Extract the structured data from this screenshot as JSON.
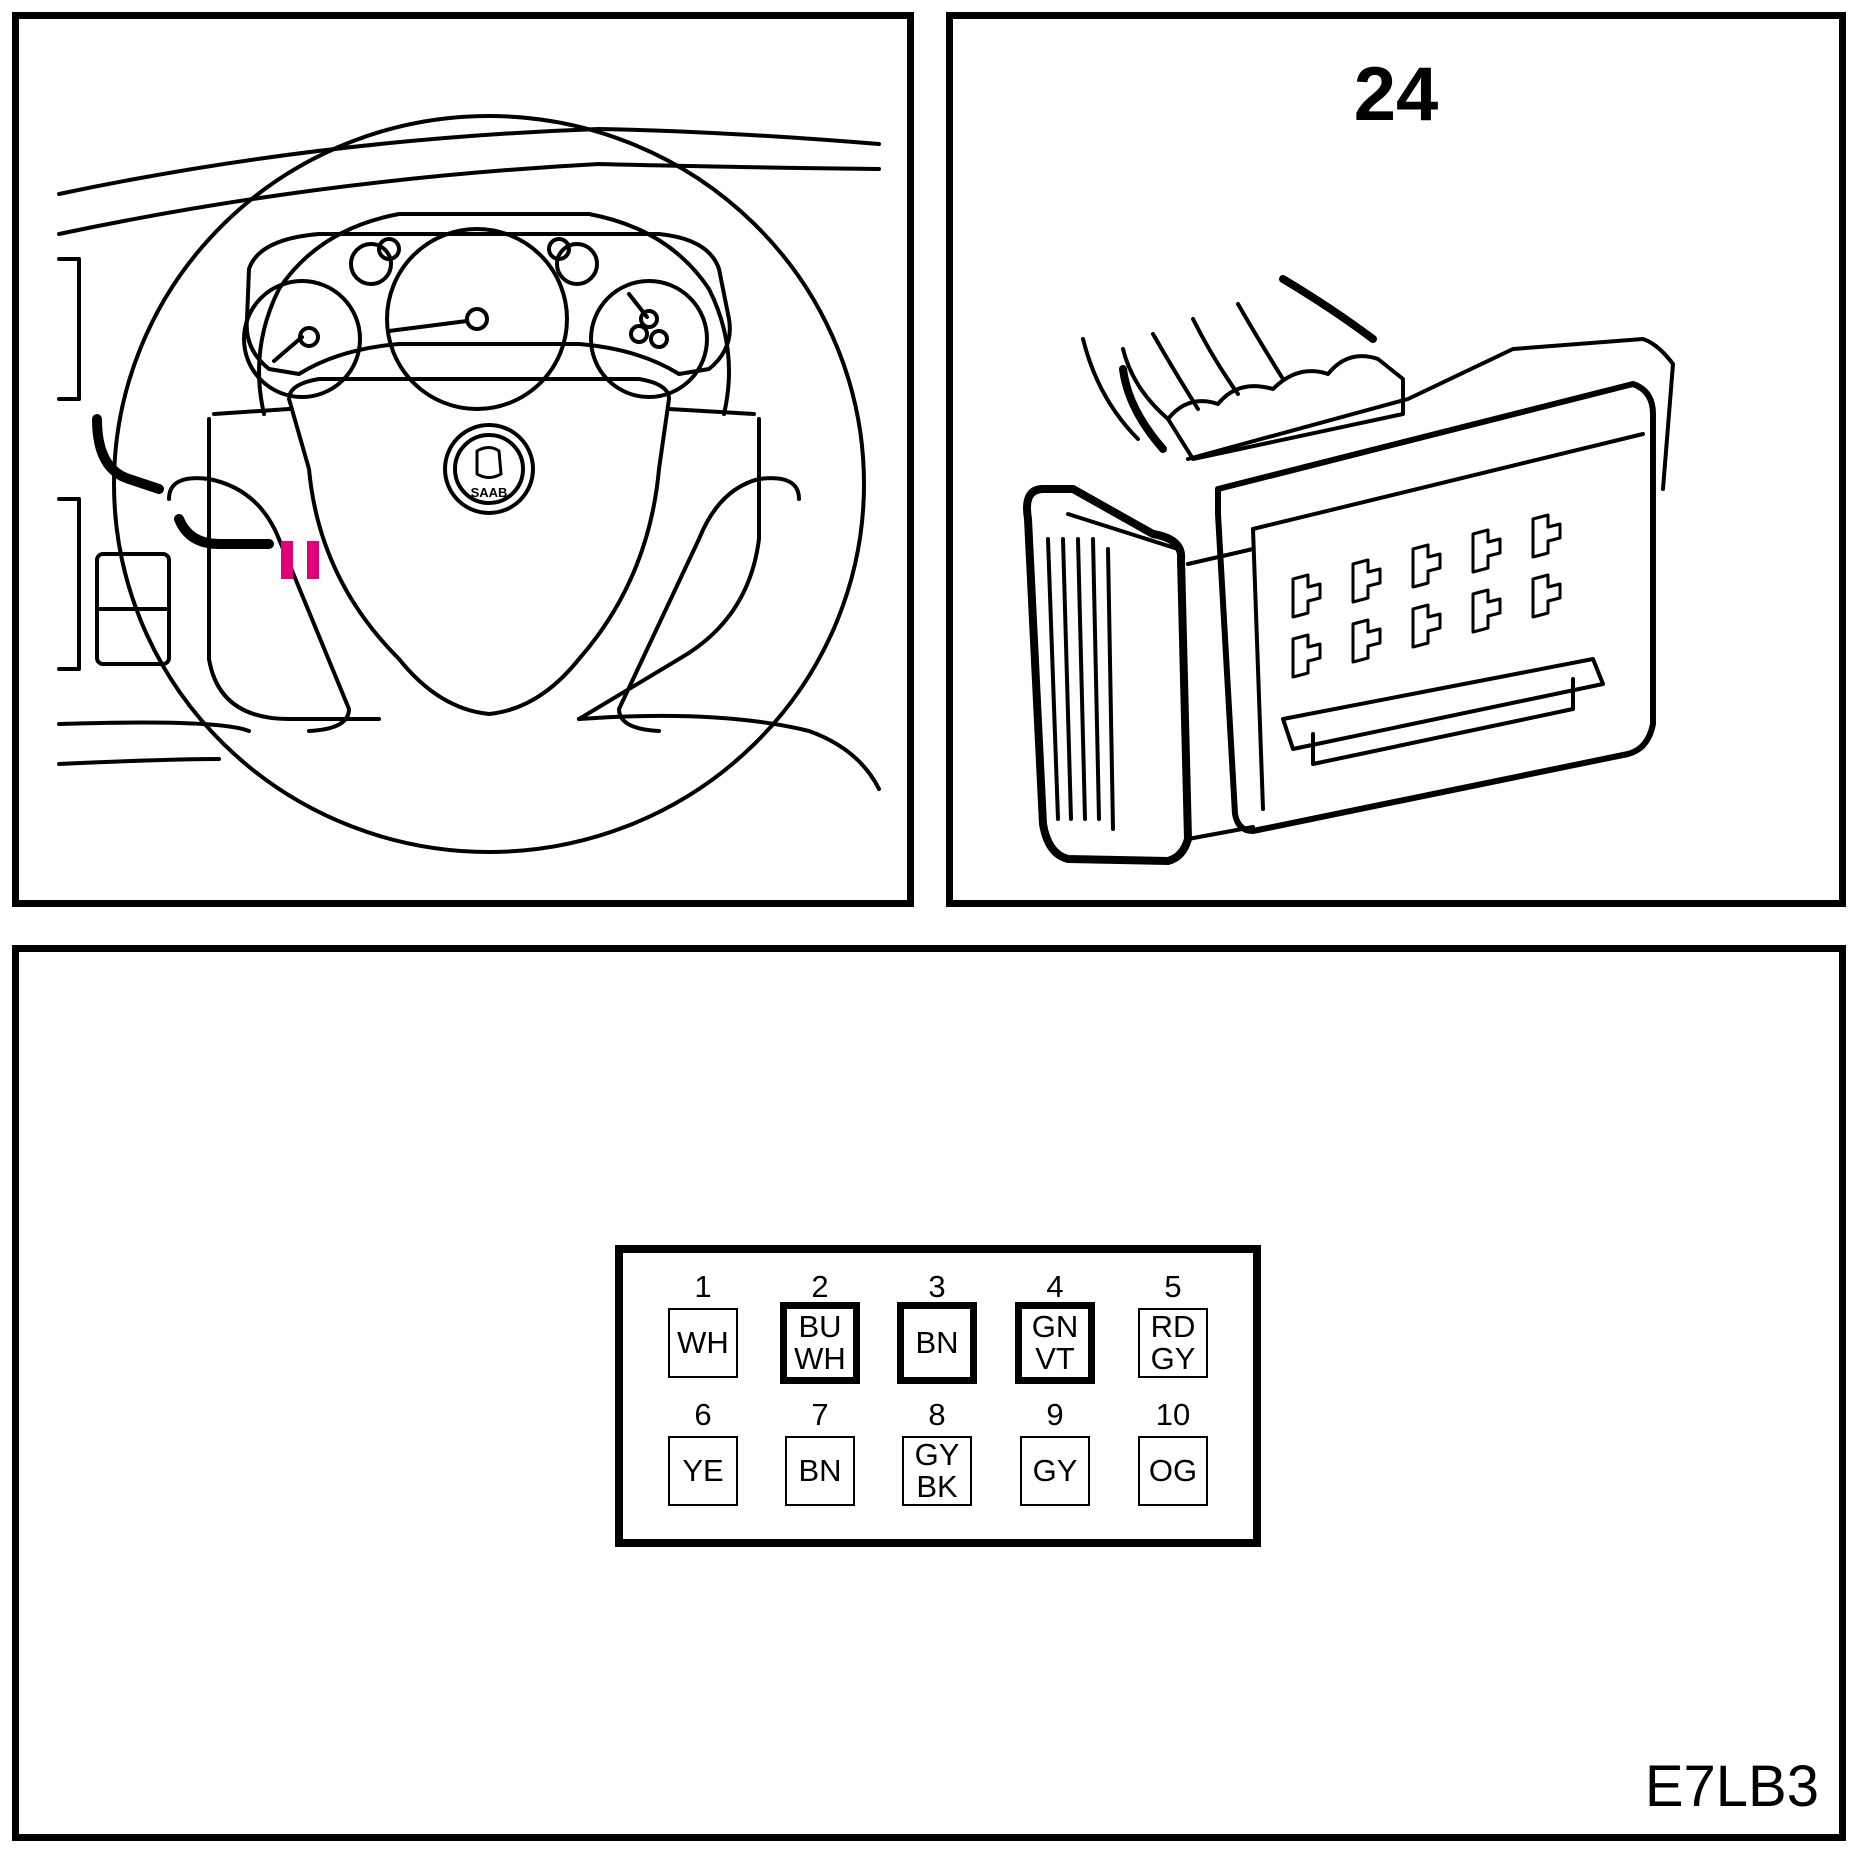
{
  "connector": {
    "number": "24",
    "figure_id": "E7LB3"
  },
  "pinout": {
    "pins": [
      {
        "number": "1",
        "colors": [
          "WH"
        ],
        "emphasized": false
      },
      {
        "number": "2",
        "colors": [
          "BU",
          "WH"
        ],
        "emphasized": true
      },
      {
        "number": "3",
        "colors": [
          "BN"
        ],
        "emphasized": true
      },
      {
        "number": "4",
        "colors": [
          "GN",
          "VT"
        ],
        "emphasized": true
      },
      {
        "number": "5",
        "colors": [
          "RD",
          "GY"
        ],
        "emphasized": false
      },
      {
        "number": "6",
        "colors": [
          "YE"
        ],
        "emphasized": false
      },
      {
        "number": "7",
        "colors": [
          "BN"
        ],
        "emphasized": false
      },
      {
        "number": "8",
        "colors": [
          "GY",
          "BK"
        ],
        "emphasized": false
      },
      {
        "number": "9",
        "colors": [
          "GY"
        ],
        "emphasized": false
      },
      {
        "number": "10",
        "colors": [
          "OG"
        ],
        "emphasized": false
      }
    ]
  },
  "illustration": {
    "logo_text": "SAAB",
    "location_marker_color": "#e0007a"
  }
}
